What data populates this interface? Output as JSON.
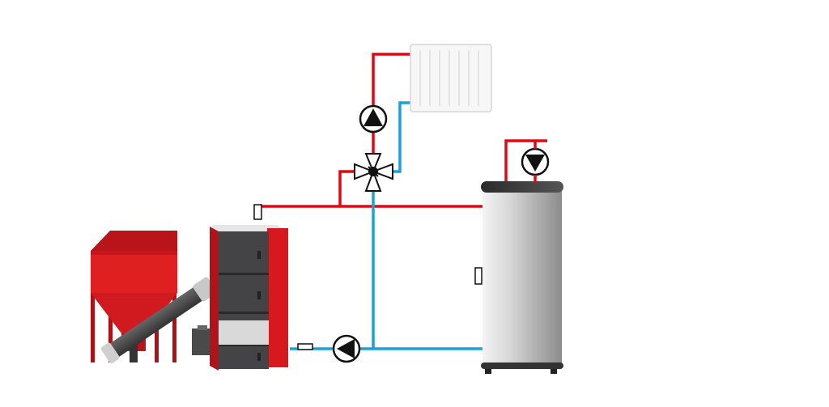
{
  "colors": {
    "supply": "#e30613",
    "return": "#1aa1d8",
    "boiler_red": "#d7191f",
    "boiler_dark": "#444446",
    "hopper_red": "#e02020",
    "tank_light": "#ececec",
    "tank_mid": "#9a9a9a",
    "symbol_black": "#111111",
    "radiator": "#f7f7f7"
  },
  "components": {
    "pellet_hopper": "pellet-hopper",
    "auger": "auger-feeder",
    "boiler": "pellet-boiler",
    "radiator": "radiator",
    "storage_tank": "buffer-tank",
    "valve": "three-way-mixing-valve",
    "pumps": [
      "radiator-circuit-pump",
      "tank-top-pump",
      "boiler-return-pump"
    ]
  }
}
